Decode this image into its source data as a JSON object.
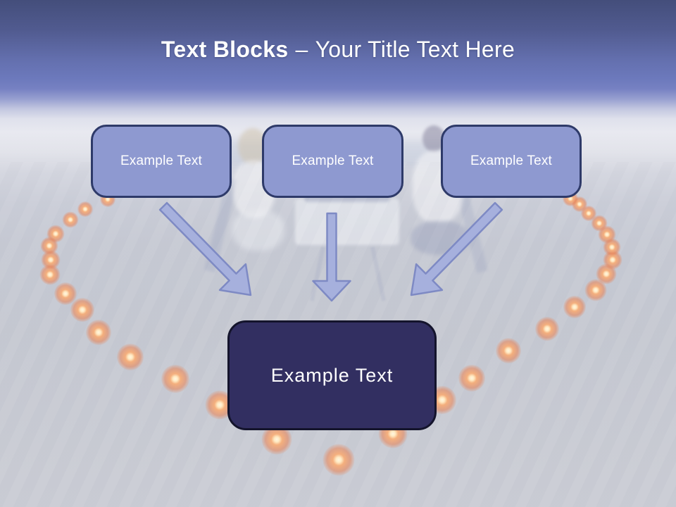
{
  "slide": {
    "title": {
      "emphasis": "Text Blocks",
      "separator": "–",
      "subtitle": "Your Title Text Here"
    },
    "top_boxes": [
      {
        "label": "Example Text"
      },
      {
        "label": "Example Text"
      },
      {
        "label": "Example Text"
      }
    ],
    "center_box": {
      "label": "Example Text"
    },
    "colors": {
      "title_color": "#ffffff",
      "box_fill": "#8e99d0",
      "box_border": "#2e3a69",
      "center_box_fill": "#322f61",
      "center_box_border": "#14142c",
      "arrow_fill": "#a6b0dd",
      "arrow_border": "#7e8ac4",
      "candle_glow": "#ee7842",
      "header_gradient_top": "#444e7b",
      "header_gradient_mid": "#6c79bc",
      "sand": "#c7cad4"
    },
    "background": {
      "photo_alt": "Washed-out photo of a couple dining at a white table on beach sand, surrounded by floating candles arranged in a heart shape",
      "candles": [
        [
          153,
          283,
          0.6
        ],
        [
          121,
          297,
          0.6
        ],
        [
          100,
          312,
          0.65
        ],
        [
          79,
          332,
          0.7
        ],
        [
          70,
          349,
          0.7
        ],
        [
          72,
          369,
          0.75
        ],
        [
          71,
          390,
          0.8
        ],
        [
          93,
          417,
          0.9
        ],
        [
          117,
          440,
          0.95
        ],
        [
          140,
          472,
          1.0
        ],
        [
          185,
          507,
          1.05
        ],
        [
          249,
          538,
          1.1
        ],
        [
          312,
          575,
          1.15
        ],
        [
          393,
          624,
          1.2
        ],
        [
          481,
          653,
          1.25
        ],
        [
          558,
          616,
          1.15
        ],
        [
          628,
          568,
          1.1
        ],
        [
          670,
          537,
          1.05
        ],
        [
          722,
          498,
          1.0
        ],
        [
          777,
          467,
          0.95
        ],
        [
          816,
          436,
          0.9
        ],
        [
          846,
          412,
          0.85
        ],
        [
          861,
          389,
          0.8
        ],
        [
          870,
          369,
          0.75
        ],
        [
          869,
          351,
          0.7
        ],
        [
          862,
          333,
          0.7
        ],
        [
          851,
          317,
          0.65
        ],
        [
          836,
          303,
          0.6
        ],
        [
          823,
          290,
          0.6
        ],
        [
          810,
          282,
          0.6
        ]
      ]
    }
  }
}
